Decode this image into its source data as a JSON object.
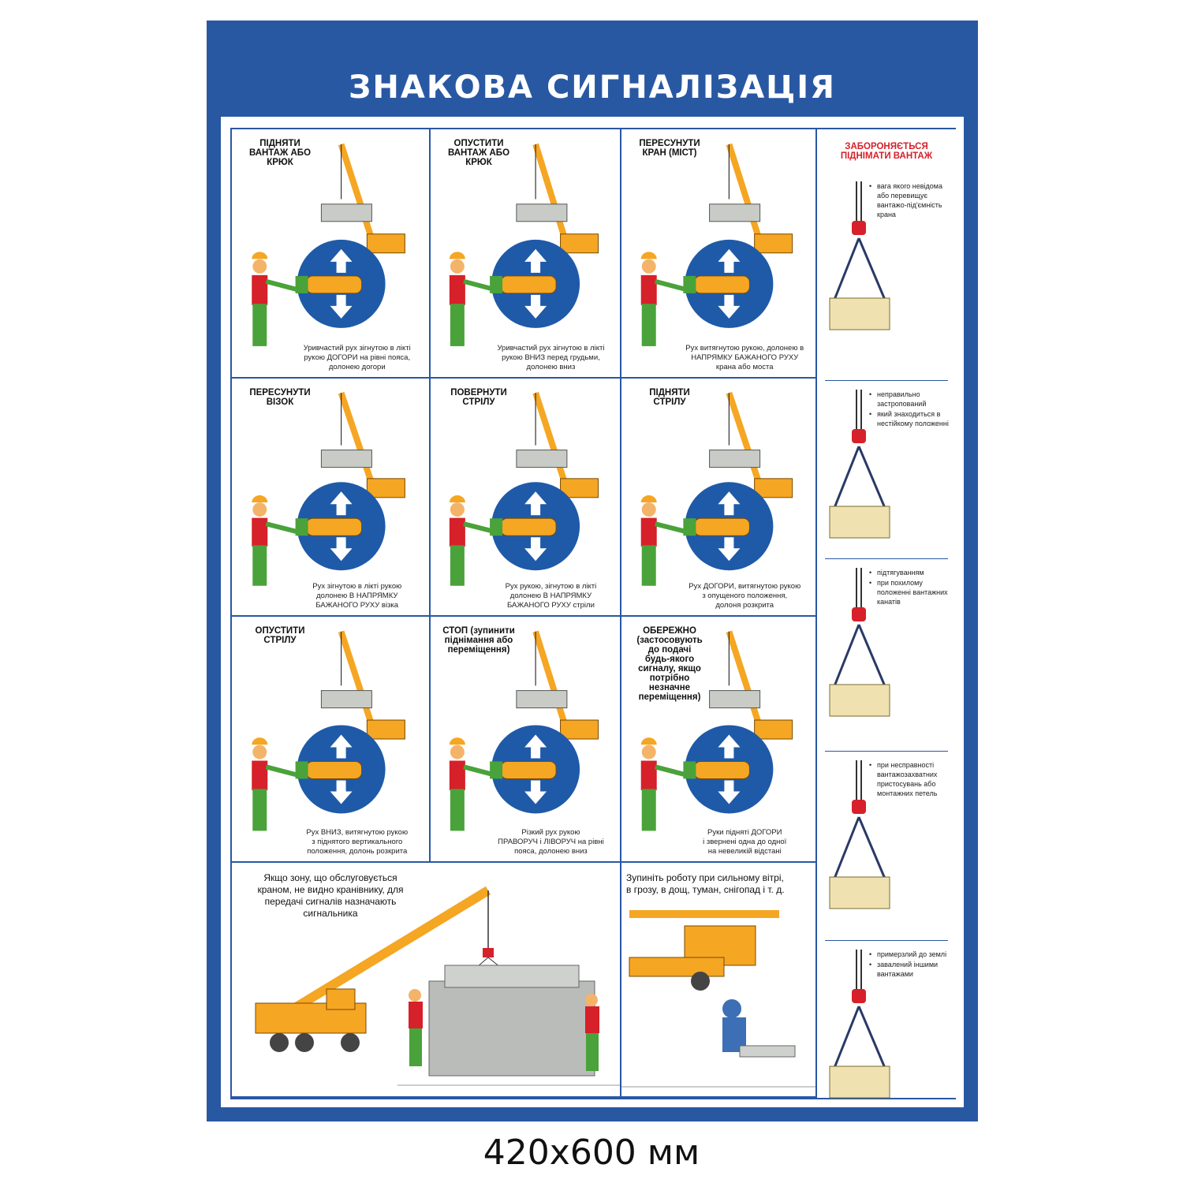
{
  "title": "ЗНАКОВА СИГНАЛІЗАЦІЯ",
  "signals": [
    {
      "title": "ПІДНЯТИ\nВАНТАЖ АБО\nКРЮК",
      "caption": "Уривчастий рух зігнутою в лікті\nрукою ДОГОРИ на рівні пояса,\nдолонею догори",
      "icon": "up-down-arrows-icon"
    },
    {
      "title": "ОПУСТИТИ\nВАНТАЖ АБО\nКРЮК",
      "caption": "Уривчастий рух зігнутою в лікті\nрукою ВНИЗ перед грудьми,\nдолонею вниз",
      "icon": "down-arrow-icon"
    },
    {
      "title": "ПЕРЕСУНУТИ\nКРАН (МІСТ)",
      "caption": "Рух витягнутою рукою, долонею в\nНАПРЯМКУ БАЖАНОГО РУХУ\nкрана або моста",
      "icon": "diagonal-arrow-icon"
    },
    {
      "title": "ПЕРЕСУНУТИ\nВІЗОК",
      "caption": "Рух зігнутою в лікті рукою\nдолонею В НАПРЯМКУ\nБАЖАНОГО РУХУ візка",
      "icon": "diagonal-arrow-icon"
    },
    {
      "title": "ПОВЕРНУТИ\nСТРІЛУ",
      "caption": "Рух рукою, зігнутою в лікті\nдолонею В НАПРЯМКУ\nБАЖАНОГО РУХУ стріли",
      "icon": "diagonal-arrow-icon"
    },
    {
      "title": "ПІДНЯТИ\nСТРІЛУ",
      "caption": "Рух ДОГОРИ, витягнутою рукою\nз опущеного положення,\nдолоня розкрита",
      "icon": "up-arrow-icon"
    },
    {
      "title": "ОПУСТИТИ\nСТРІЛУ",
      "caption": "Рух ВНИЗ, витягнутою рукою\nз піднятого вертикального\nположення, долонь розкрита",
      "icon": "down-arrow-icon"
    },
    {
      "title": "СТОП (зупинити\nпіднімання або\nпереміщення)",
      "caption": "Різкий рух рукою\nПРАВОРУЧ і ЛІВОРУЧ на рівні\nпояса, долонею вниз",
      "icon": "left-right-arrow-icon"
    },
    {
      "title": "ОБЕРЕЖНО\n(застосовують\nдо подачі\nбудь-якого\nсигналу, якщо\nпотрібно\nнезначне\nпереміщення)",
      "caption": "Руки підняті ДОГОРИ\nі звернені одна до одної\nна невеликій відстані",
      "icon": "two-hands-icon"
    }
  ],
  "bottom_left_text": "Якщо зону, що обслуговується\nкраном, не видно кранівнику, для\nпередачі сигналів назначають\nсигнальника",
  "bottom_right_text": "Зупиніть роботу при сильному вітрі,\nв грозу, в дощ, туман, снігопад і т. д.",
  "side": {
    "title": "ЗАБОРОНЯЄТЬСЯ\nПІДНІМАТИ ВАНТАЖ",
    "items": [
      {
        "lines": [
          "вага якого невідома або перевищує вантажо-під'ємність крана"
        ]
      },
      {
        "lines": [
          "неправильно застропований",
          "який знаходиться в нестійкому положенні"
        ]
      },
      {
        "lines": [
          "підтягуванням",
          "при похилому положенні вантажних канатів"
        ]
      },
      {
        "lines": [
          "при несправності вантажозахватних пристосувань або монтажних петель"
        ]
      },
      {
        "lines": [
          "примерзлий до землі",
          "завалений іншими вантажами"
        ]
      }
    ]
  },
  "footer": "420x600 мм",
  "colors": {
    "blue": "#2958a3",
    "circle": "#1f5aa8",
    "orange": "#f5a623",
    "red": "#d6202a",
    "green": "#4aa23a",
    "skin": "#f3b46a"
  }
}
